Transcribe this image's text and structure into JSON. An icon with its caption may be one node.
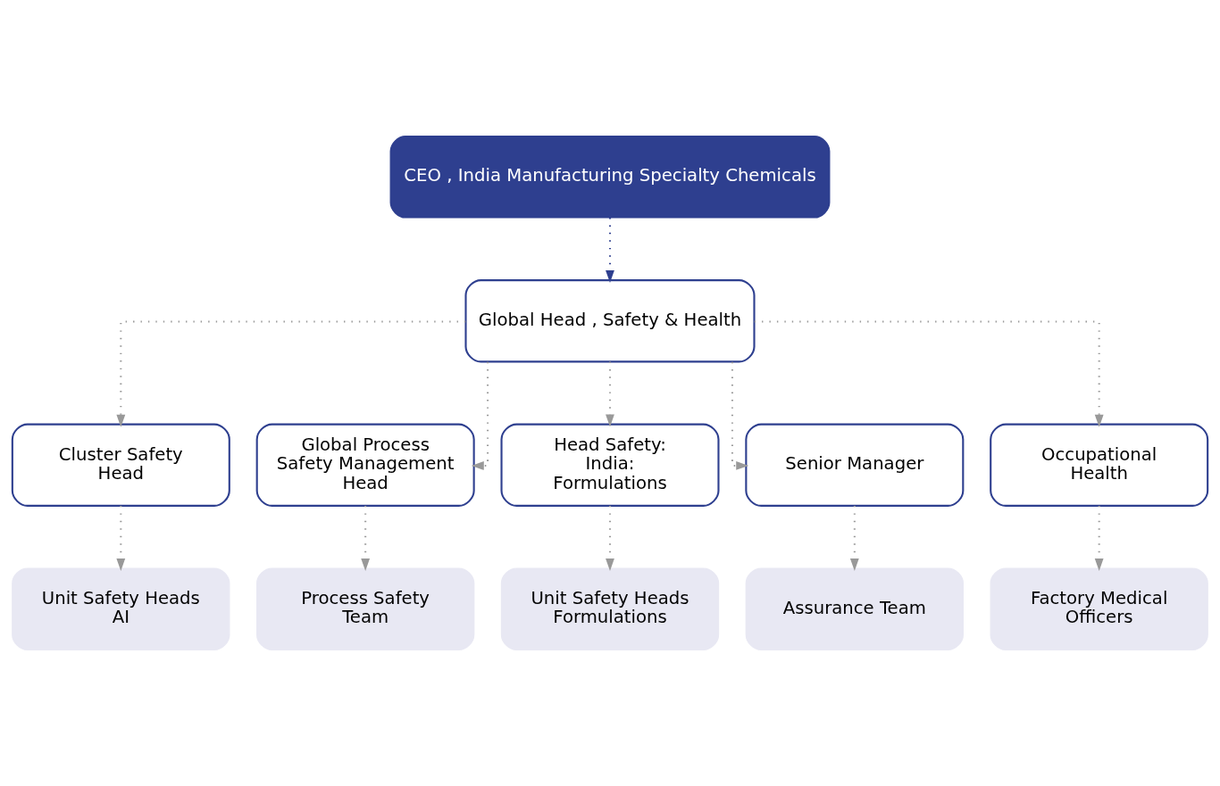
{
  "diagram": {
    "nodes": [
      {
        "text": [
          "CEO , India Manufacturing Specialty Chemicals"
        ]
      },
      {
        "text": [
          "Global Head , Safety & Health"
        ]
      },
      {
        "text": [
          "Cluster Safety Head"
        ]
      },
      {
        "text": [
          "Global Process Safety Management Head"
        ]
      },
      {
        "text": [
          "Head Safety: India: Formulations"
        ]
      },
      {
        "text": [
          "Senior Manager"
        ]
      },
      {
        "text": [
          "Occupational Health"
        ]
      },
      {
        "text": [
          "Unit Safety Heads AI"
        ]
      },
      {
        "text": [
          "Process Safety Team"
        ]
      },
      {
        "text": [
          "Unit Safety Heads Formulations"
        ]
      },
      {
        "text": [
          "Assurance Team"
        ]
      },
      {
        "text": [
          "Factory Medical Officers"
        ]
      }
    ],
    "edges": [
      {
        "from": 0,
        "to": 1,
        "arrow": "to",
        "style": "dashed",
        "color": "#2e3f8f"
      },
      {
        "from": 1,
        "to": 2,
        "arrow": "to",
        "style": "dashed"
      },
      {
        "from": 1,
        "to": 3,
        "arrow": "to",
        "style": "dashed"
      },
      {
        "from": 1,
        "to": 4,
        "arrow": "to",
        "style": "dashed"
      },
      {
        "from": 1,
        "to": 5,
        "arrow": "to",
        "style": "dashed"
      },
      {
        "from": 1,
        "to": 6,
        "arrow": "to",
        "style": "dashed"
      },
      {
        "from": 2,
        "to": 7,
        "arrow": "to",
        "style": "dashed"
      },
      {
        "from": 3,
        "to": 8,
        "arrow": "to",
        "style": "dashed"
      },
      {
        "from": 4,
        "to": 9,
        "arrow": "to",
        "style": "dashed"
      },
      {
        "from": 5,
        "to": 10,
        "arrow": "to",
        "style": "dashed"
      },
      {
        "from": 6,
        "to": 11,
        "arrow": "to",
        "style": "dashed"
      }
    ]
  }
}
